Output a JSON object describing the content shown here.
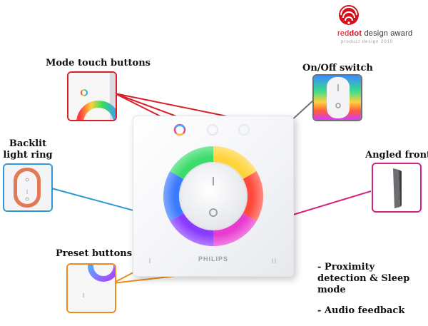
{
  "award": {
    "brand_red": "red",
    "brand_dot": "dot",
    "text_rest": " design award",
    "subtitle": "product design 2010"
  },
  "brand": "PHILIPS",
  "labels": {
    "mode_touch_buttons": "Mode touch buttons",
    "on_off_switch": "On/Off switch",
    "backlit_light_ring": "Backlit light ring",
    "angled_front": "Angled front",
    "preset_buttons": "Preset buttons"
  },
  "notes": [
    "- Proximity detection & Sleep mode",
    "- Audio feedback"
  ],
  "colors": {
    "mode": "#d7202a",
    "onoff": "#707070",
    "backlit": "#2f97d6",
    "angled": "#d4237f",
    "preset": "#ef8a1b"
  }
}
